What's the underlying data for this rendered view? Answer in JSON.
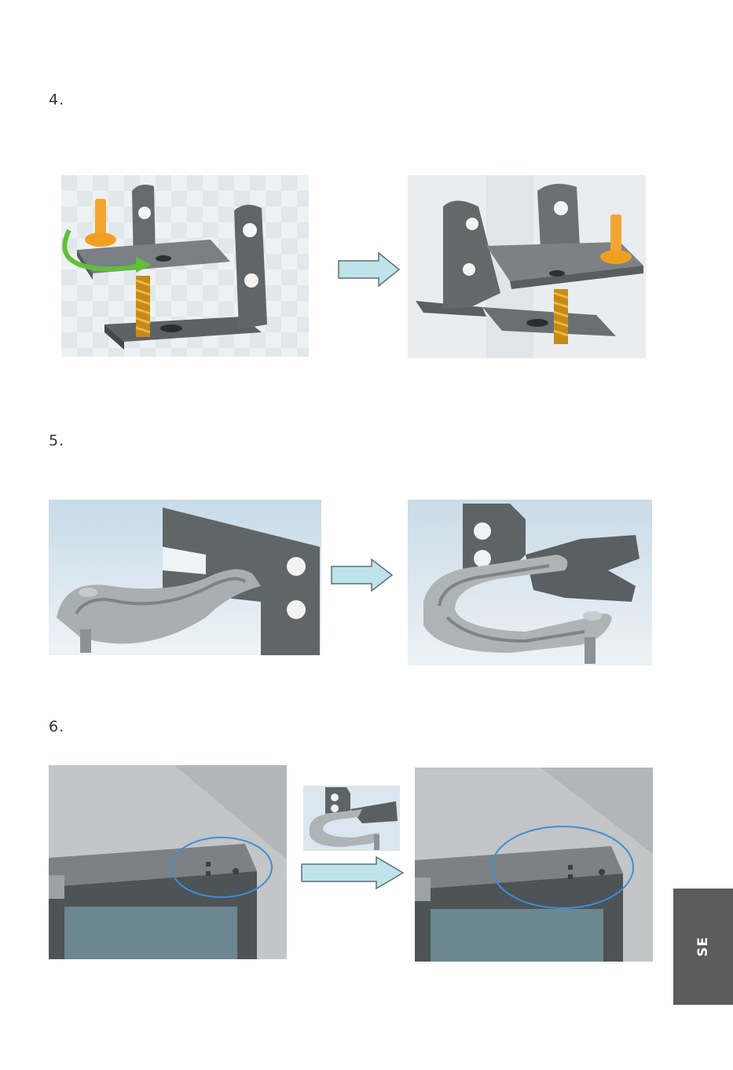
{
  "steps": [
    {
      "number": "4."
    },
    {
      "number": "5."
    },
    {
      "number": "6."
    }
  ],
  "language_tab": {
    "label": "SE"
  },
  "colors": {
    "arrow_fill": "#bfe3ea",
    "arrow_stroke": "#5b6f75",
    "highlight_ring": "#3d8fd6",
    "screw": "#f2a531",
    "rotate_arrow": "#5fbf3a",
    "tab": "#5c5c5c"
  },
  "icons": [
    "right-arrow-icon",
    "rotate-arrow-icon",
    "highlight-circle-icon"
  ]
}
